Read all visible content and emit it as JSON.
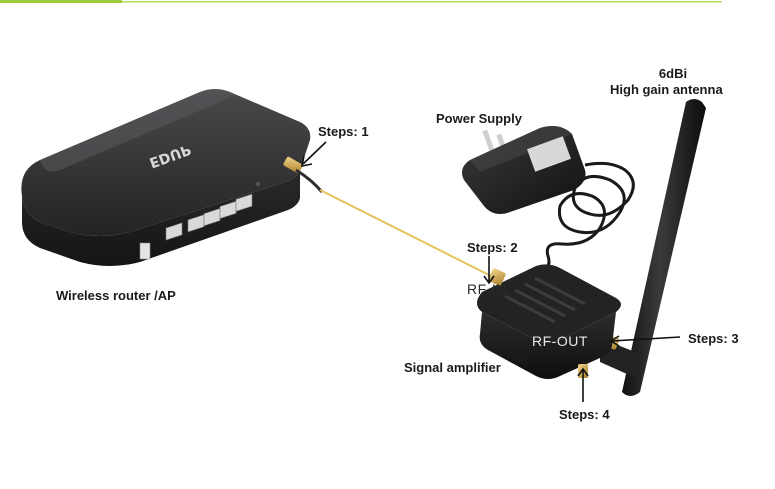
{
  "colors": {
    "accent_line": "#9ccc3a",
    "cable_color": "#e5c25a",
    "device_color": "#2a2a2a"
  },
  "labels": {
    "steps_1": "Steps: 1",
    "steps_2": "Steps: 2",
    "steps_3": "Steps: 3",
    "steps_4": "Steps: 4",
    "power_supply": "Power Supply",
    "antenna_gain": "6dBi",
    "antenna_desc": "High gain antenna",
    "router": "Wireless router /AP",
    "amplifier": "Signal amplifier"
  },
  "device_text": {
    "rf_in": "RF-IN",
    "rf_out": "RF-OUT",
    "brand_logo": "EDUP"
  }
}
